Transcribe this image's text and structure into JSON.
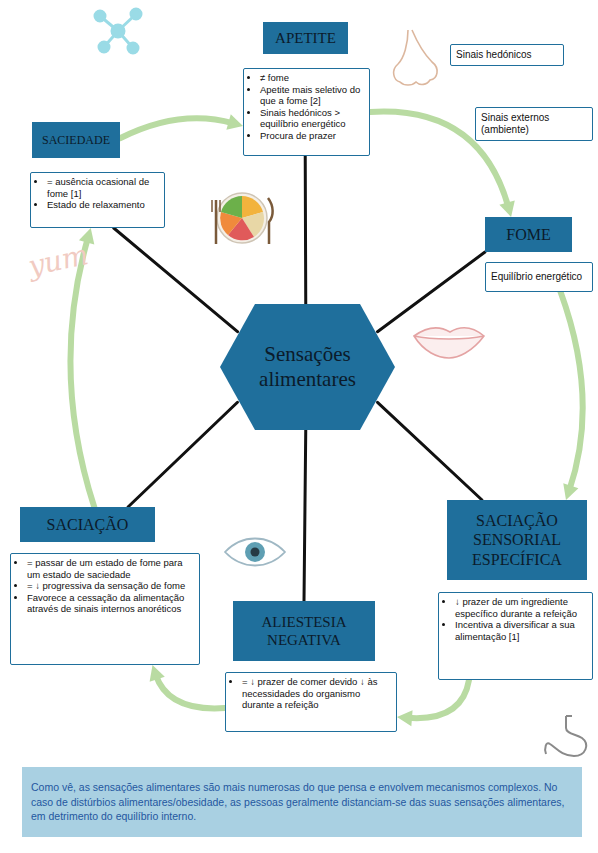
{
  "diagram": {
    "nodes": [
      {
        "text": [
          "APETITE"
        ]
      },
      {
        "text": [
          "≠ fome",
          "Apetite mais seletivo do que a fome [2]",
          "Sinais hedónicos > equilíbrio energético",
          "Procura de prazer"
        ]
      },
      {
        "text": [
          "Sinais hedónicos"
        ]
      },
      {
        "text": [
          "Sinais externos (ambiente)"
        ]
      },
      {
        "text": [
          "SACIEDADE"
        ]
      },
      {
        "text": [
          "= ausência ocasional de fome [1]",
          "Estado de relaxamento"
        ]
      },
      {
        "text": [
          "FOME"
        ]
      },
      {
        "text": [
          "Equilíbrio energético"
        ]
      },
      {
        "text": [
          "Sensações alimentares"
        ]
      },
      {
        "text": [
          "SACIAÇÃO SENSORIAL ESPECÍFICA"
        ]
      },
      {
        "text": [
          "↓ prazer de um ingrediente específico durante a refeição",
          "Incentiva a diversificar a sua alimentação [1]"
        ]
      },
      {
        "text": [
          "SACIAÇÃO"
        ]
      },
      {
        "text": [
          "= passar de um estado de fome para um estado de saciedade",
          "= ↓ progressiva da sensação de fome",
          "Favorece a cessação da alimentação através de sinais internos anoréticos"
        ]
      },
      {
        "text": [
          "ALIESTESIA NEGATIVA"
        ]
      },
      {
        "text": [
          "= ↓ prazer de comer devido ↓ às necessidades do organismo durante a refeição"
        ]
      },
      {
        "text": [
          "Como vê, as sensações alimentares são mais numerosas do que pensa e envolvem mecanismos complexos. No caso de distúrbios alimentares/obesidade, as pessoas geralmente distanciam-se das suas sensações alimentares, em detrimento do equilíbrio interno."
        ]
      }
    ],
    "edges": [
      {
        "from": 8,
        "to": 1,
        "arrow": "none"
      },
      {
        "from": 8,
        "to": 5,
        "arrow": "none"
      },
      {
        "from": 8,
        "to": 6,
        "arrow": "none"
      },
      {
        "from": 8,
        "to": 9,
        "arrow": "none"
      },
      {
        "from": 8,
        "to": 13,
        "arrow": "none"
      },
      {
        "from": 8,
        "to": 11,
        "arrow": "none"
      },
      {
        "from": 4,
        "to": 1,
        "arrow": "to"
      },
      {
        "from": 1,
        "to": 6,
        "arrow": "to"
      },
      {
        "from": 7,
        "to": 9,
        "arrow": "to"
      },
      {
        "from": 10,
        "to": 14,
        "arrow": "to"
      },
      {
        "from": 14,
        "to": 12,
        "arrow": "to"
      },
      {
        "from": 11,
        "to": 5,
        "arrow": "to"
      }
    ],
    "labels": [
      "yum"
    ]
  }
}
